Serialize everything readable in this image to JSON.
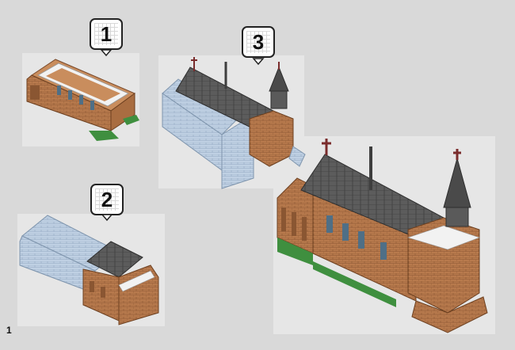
{
  "page": {
    "page_number": "1"
  },
  "steps": [
    {
      "number": "1"
    },
    {
      "number": "2"
    },
    {
      "number": "3"
    }
  ],
  "colors": {
    "background": "#d9d9d9",
    "panel": "#e6e6e6",
    "brick": "#b87a4d",
    "brick_dark": "#7a4a2b",
    "roof": "#5a5a5a",
    "roof_dark": "#3d3d3d",
    "ghost": "#b9cbe0",
    "window": "#4f6f86",
    "grass": "#3f8f3f"
  }
}
